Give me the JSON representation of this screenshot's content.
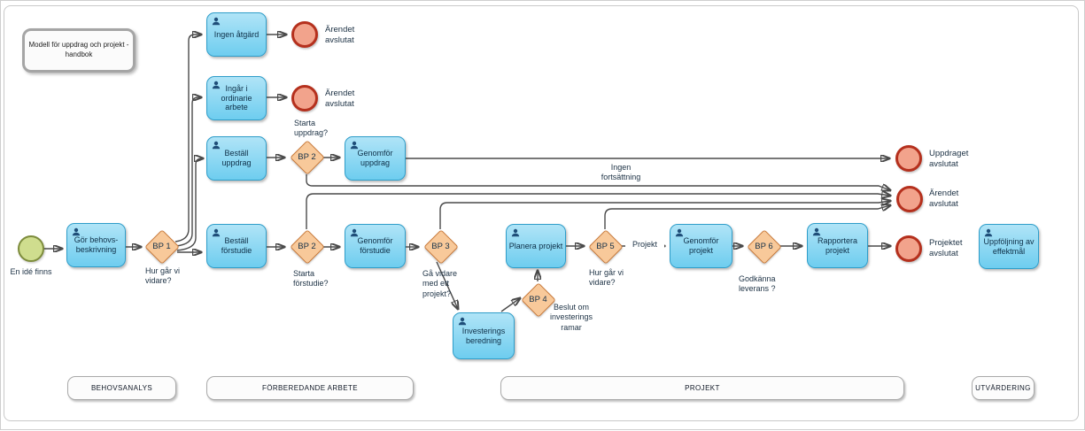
{
  "note": {
    "text": "Modell för uppdrag och projekt -\nhandbok"
  },
  "start_event": {
    "label": "En idé finns"
  },
  "tasks": {
    "ingen_atgard": {
      "label": "Ingen åtgärd"
    },
    "ingar_i_ordinarie": {
      "label": "Ingår i ordinarie\narbete"
    },
    "bestall_uppdrag": {
      "label": "Beställ uppdrag"
    },
    "genomfor_uppdrag": {
      "label": "Genomför\nuppdrag"
    },
    "gor_behovsbeskrivning": {
      "label": "Gör behovs-\nbeskrivning"
    },
    "bestall_forstudie": {
      "label": "Beställ förstudie"
    },
    "genomfor_forstudie": {
      "label": "Genomför\nförstudie"
    },
    "investeringsberedning": {
      "label": "Investerings\nberedning"
    },
    "planera_projekt": {
      "label": "Planera projekt"
    },
    "genomfor_projekt": {
      "label": "Genomför projekt"
    },
    "rapportera_projekt": {
      "label": "Rapportera\nprojekt"
    },
    "uppfoljning": {
      "label": "Uppföljning av\neffektmål"
    }
  },
  "gateways": {
    "bp1": {
      "label": "BP 1",
      "question": "Hur går vi\nvidare?"
    },
    "bp2_uppdrag": {
      "label": "BP 2",
      "question": "Starta\nuppdrag?"
    },
    "bp2_forstudie": {
      "label": "BP 2",
      "question": "Starta\nförstudie?"
    },
    "bp3": {
      "label": "BP 3",
      "question": "Gå vidare\nmed ett\nprojekt?"
    },
    "bp4": {
      "label": "BP 4",
      "question": "Beslut om\ninvesterings\nramar"
    },
    "bp5": {
      "label": "BP 5",
      "question": "Hur går vi\nvidare?"
    },
    "bp6": {
      "label": "BP 6",
      "question": "Godkänna\nleverans ?"
    }
  },
  "end_events": {
    "arendet_1": {
      "label": "Ärendet\navslutat"
    },
    "arendet_2": {
      "label": "Ärendet\navslutat"
    },
    "uppdraget": {
      "label": "Uppdraget\navslutat"
    },
    "arendet_3": {
      "label": "Ärendet\navslutat"
    },
    "projektet": {
      "label": "Projektet\navslutat"
    }
  },
  "edge_labels": {
    "ingen_fortsattning": "Ingen\nfortsättning",
    "projekt": "Projekt"
  },
  "lanes": {
    "behovsanalys": "BEHOVSANALYS",
    "forberedande": "FÖRBEREDANDE ARBETE",
    "projekt": "PROJEKT",
    "utvardering": "UTVÄRDERING"
  },
  "colors": {
    "task_fill_top": "#b0e4f7",
    "task_fill_bottom": "#6ecdef",
    "task_border": "#2e9dc9",
    "gateway_fill": "#f8c99a",
    "gateway_border": "#c8793a",
    "end_fill": "#f2a38c",
    "end_border": "#b5301d",
    "start_fill": "#cfdd8e",
    "start_border": "#7d8c3c",
    "connector": "#4a4a4a"
  }
}
